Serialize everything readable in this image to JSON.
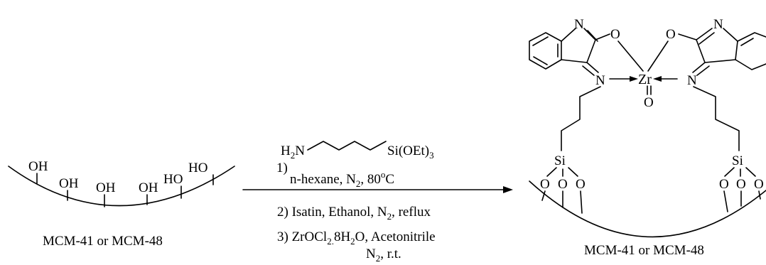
{
  "reactant": {
    "hydroxyls": [
      "OH",
      "OH",
      "OH",
      "OH",
      "HO",
      "HO"
    ],
    "support_label": "MCM-41 or MCM-48"
  },
  "conditions": {
    "step1_number": "1)",
    "reagent_h2n": "H",
    "reagent_h2n_sub": "2",
    "reagent_n": "N",
    "reagent_siloxy": "Si(OEt)",
    "reagent_siloxy_sub": "3",
    "step1_solvent": "n-hexane, N",
    "step1_solvent_sub": "2",
    "step1_temp": ", 80",
    "step1_temp_sup": "o",
    "step1_temp_unit": "C",
    "step2": "2) Isatin, Ethanol, N",
    "step2_sub": "2",
    "step2_tail": ", reflux",
    "step3": "3) ZrOCl",
    "step3_sub": "2.",
    "step3_mid": "8H",
    "step3_sub2": "2",
    "step3_tail": "O, Acetonitrile",
    "step3_line2": "N",
    "step3_line2_sub": "2",
    "step3_line2_tail": ", r.t."
  },
  "product": {
    "left_N_ring": "N",
    "left_O": "O",
    "left_N_imine": "N",
    "zr": "Zr",
    "zr_oxo": "O",
    "right_O": "O",
    "right_N_ring": "N",
    "right_N_imine": "N",
    "left_si": "Si",
    "right_si": "Si",
    "left_si_o": [
      "O",
      "O",
      "O"
    ],
    "right_si_o": [
      "O",
      "O",
      "O"
    ],
    "support_label": "MCM-41 or MCM-48"
  }
}
